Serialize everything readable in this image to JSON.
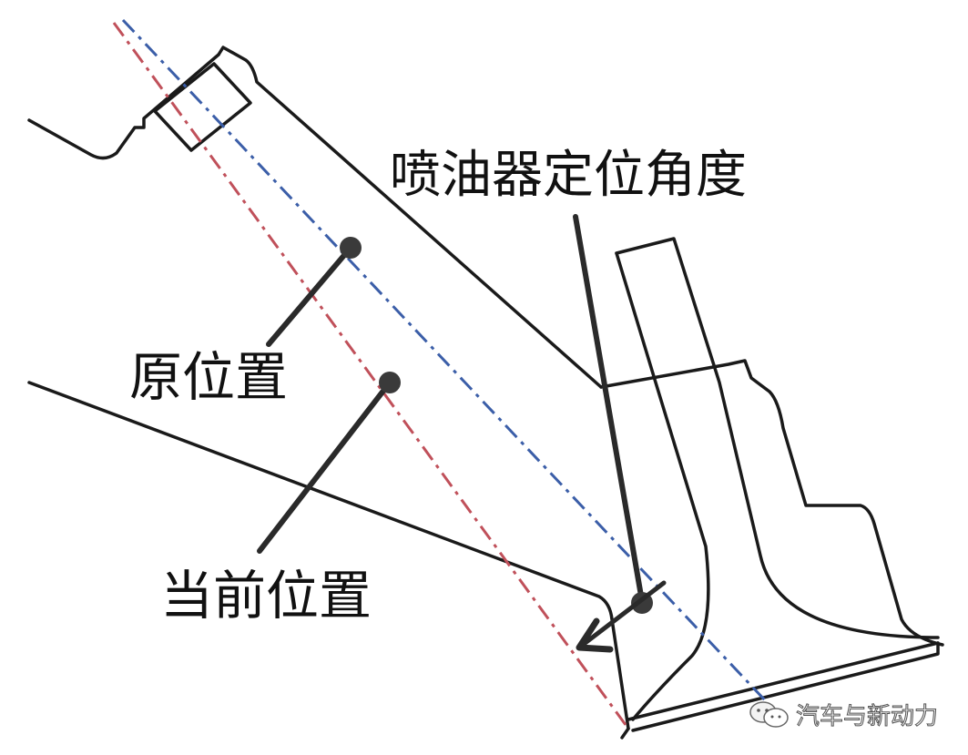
{
  "diagram": {
    "type": "technical cross-section diagram",
    "subject": "fuel injector positioning relative to intake port / valve",
    "labels": {
      "injector_angle": "喷油器定位角度",
      "original_position": "原位置",
      "current_position": "当前位置"
    },
    "lines": {
      "original_axis": {
        "style": "dash-dot",
        "color": "#3b5ea8"
      },
      "current_axis": {
        "style": "dash-dot",
        "color": "#c0505a"
      }
    },
    "outline_color": "#1a1a1a",
    "marker_color": "#333333"
  },
  "watermark": {
    "icon": "wechat-icon",
    "text": "汽车与新动力"
  }
}
